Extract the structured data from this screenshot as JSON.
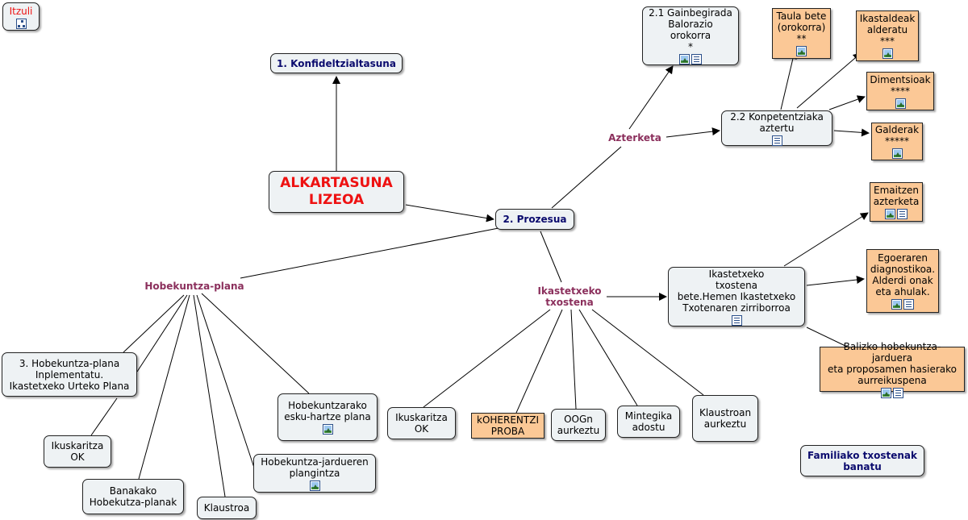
{
  "back": {
    "label": "Itzuli",
    "icon": "concept-map-icon"
  },
  "root": {
    "label": "ALKARTASUNA\nLIZEOA"
  },
  "nodes": {
    "konfidentzialtasuna": {
      "label": "1. Konfideltzialtasuna"
    },
    "prozesua": {
      "label": "2. Prozesua"
    },
    "gainbegirada": {
      "label": "2.1 Gainbegirada\nBalorazio\norokorra\n*"
    },
    "konpetentziak": {
      "label": "2.2 Konpetentziaka\naztertu"
    },
    "taula": {
      "label": "Taula bete\n(orokorra)\n**"
    },
    "ikastaldeak": {
      "label": "Ikastaldeak\nalderatu\n***"
    },
    "dimentsioak": {
      "label": "Dimentsioak\n****"
    },
    "galderak": {
      "label": "Galderak\n*****"
    },
    "emaitzen": {
      "label": "Emaitzen\nazterketa"
    },
    "egoeraren": {
      "label": "Egoeraren\ndiagnostikoa.\nAlderdi onak\neta ahulak."
    },
    "ikastetxeko_box": {
      "label": "Ikastetxeko\ntxostena\nbete.Hemen Ikastetxeko\nTxotenaren zirriborroa"
    },
    "balizko": {
      "label": "Balizko hobekuntza-jarduera\neta proposamen hasierako\naurreikuspena"
    },
    "familiako": {
      "label": "Familiako txostenak\nbanatu"
    },
    "hobekuntza3": {
      "label": "3. Hobekuntza-plana\nInplementatu.\nIkastetxeko Urteko Plana"
    },
    "ikuskaritza_left": {
      "label": "Ikuskaritza\nOK"
    },
    "banakako": {
      "label": "Banakako\nHobekutza-planak"
    },
    "klaustroa": {
      "label": "Klaustroa"
    },
    "plangintza": {
      "label": "Hobekuntza-jardueren\nplangintza"
    },
    "eskuhartze": {
      "label": "Hobekuntzarako\nesku-hartze plana"
    },
    "ikuskaritza_mid": {
      "label": "Ikuskaritza\nOK"
    },
    "koherentzi": {
      "label": "kOHERENTZI\nPROBA"
    },
    "oogn": {
      "label": "OOGn\naurkeztu"
    },
    "mintegika": {
      "label": "Mintegika\nadostu"
    },
    "klaustroan": {
      "label": "Klaustroan\naurkeztu"
    }
  },
  "link_labels": {
    "azterketa": "Azterketa",
    "hobekuntza_plana": "Hobekuntza-plana",
    "ikastetxeko_txostena": "Ikastetxeko\ntxostena"
  },
  "colors": {
    "node_fill": "#eef2f4",
    "resource_fill": "#fbc896",
    "root_text": "#ee1111",
    "link_label": "#8b2f5c",
    "bold_node_text": "#0b0b6e"
  }
}
